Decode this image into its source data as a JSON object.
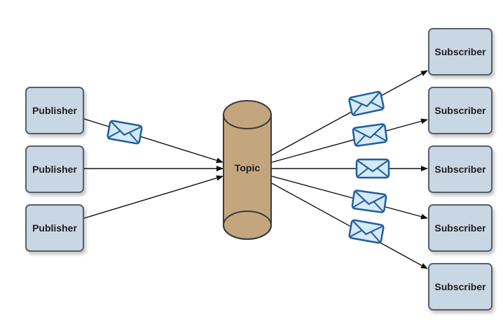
{
  "publishers": [
    {
      "label": "Publisher"
    },
    {
      "label": "Publisher"
    },
    {
      "label": "Publisher"
    }
  ],
  "topic": {
    "label": "Topic"
  },
  "subscribers": [
    {
      "label": "Subscriber"
    },
    {
      "label": "Subscriber"
    },
    {
      "label": "Subscriber"
    },
    {
      "label": "Subscriber"
    },
    {
      "label": "Subscriber"
    }
  ],
  "colors": {
    "node_fill": "#c9d6e3",
    "node_border": "#56606b",
    "topic_fill": "#c4a67e",
    "topic_border": "#3b3b3b",
    "envelope_fill": "#d6e9f7",
    "envelope_border": "#1f5f9c",
    "arrow": "#111111"
  },
  "icons": {
    "message": "envelope-icon"
  }
}
